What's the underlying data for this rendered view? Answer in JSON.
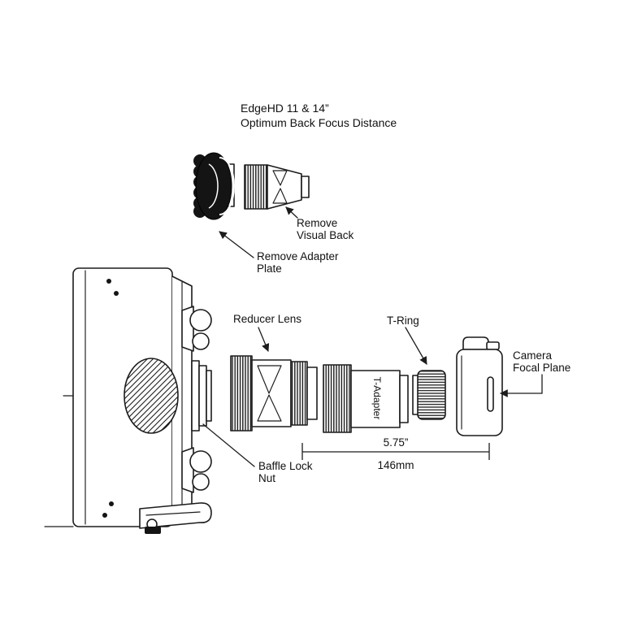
{
  "title": {
    "line1": "EdgeHD 11 & 14”",
    "line2": "Optimum Back Focus Distance"
  },
  "labels": {
    "remove_visual_back": {
      "line1": "Remove",
      "line2": "Visual Back"
    },
    "remove_adapter_plate": {
      "line1": "Remove Adapter",
      "line2": "Plate"
    },
    "reducer_lens": "Reducer Lens",
    "t_ring": "T-Ring",
    "camera_focal_plane": {
      "line1": "Camera",
      "line2": "Focal Plane"
    },
    "baffle_lock_nut": {
      "line1": "Baffle Lock",
      "line2": "Nut"
    },
    "t_adapter": "T-Adapter"
  },
  "dimension": {
    "inches": "5.75”",
    "millimeters": "146mm"
  },
  "colors": {
    "line": "#1c1c1c",
    "background": "#ffffff"
  }
}
